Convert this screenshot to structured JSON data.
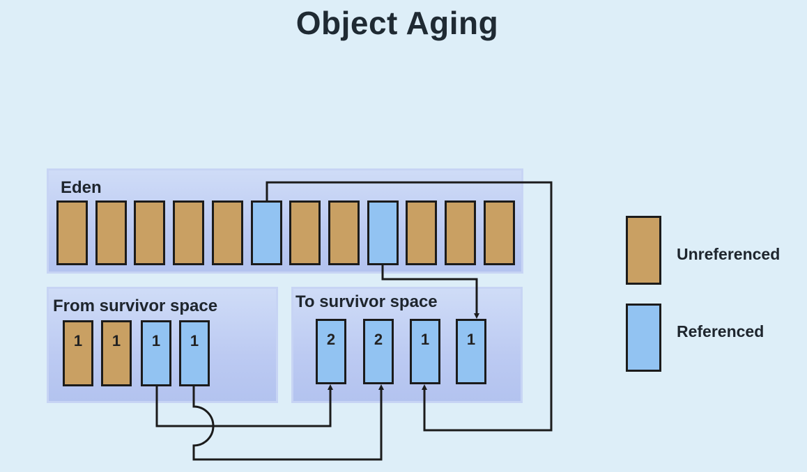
{
  "title": "Object Aging",
  "eden": {
    "label": "Eden",
    "objects": [
      "unreferenced",
      "unreferenced",
      "unreferenced",
      "unreferenced",
      "unreferenced",
      "referenced",
      "unreferenced",
      "unreferenced",
      "referenced",
      "unreferenced",
      "unreferenced",
      "unreferenced"
    ]
  },
  "from_space": {
    "label": "From survivor  space",
    "objects": [
      {
        "state": "unreferenced",
        "age": "1"
      },
      {
        "state": "unreferenced",
        "age": "1"
      },
      {
        "state": "referenced",
        "age": "1"
      },
      {
        "state": "referenced",
        "age": "1"
      }
    ]
  },
  "to_space": {
    "label": "To survivor  space",
    "objects": [
      {
        "state": "referenced",
        "age": "2"
      },
      {
        "state": "referenced",
        "age": "2"
      },
      {
        "state": "referenced",
        "age": "1"
      },
      {
        "state": "referenced",
        "age": "1"
      }
    ]
  },
  "legend": {
    "unreferenced": "Unreferenced",
    "referenced": "Referenced"
  },
  "colors": {
    "unreferenced": "#c9a063",
    "referenced": "#92c3f2",
    "background": "#ddeef8"
  }
}
